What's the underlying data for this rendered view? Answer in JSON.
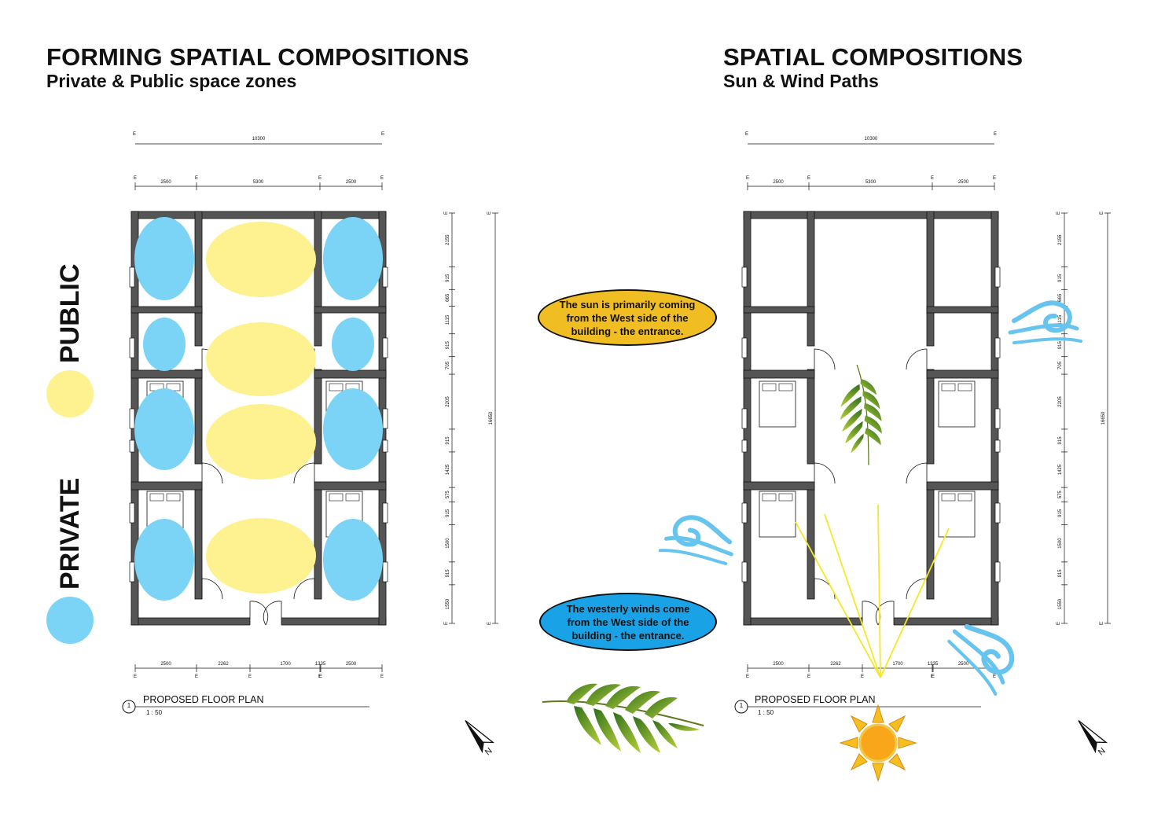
{
  "left_panel": {
    "title": "FORMING SPATIAL COMPOSITIONS",
    "subtitle": "Private & Public space zones",
    "legend": {
      "public_label": "PUBLIC",
      "private_label": "PRIVATE",
      "public_color": "#fdf28f",
      "private_color": "#7bd4f5"
    },
    "plan_caption": "PROPOSED FLOOR PLAN",
    "plan_number": "1",
    "plan_scale": "1 : 50"
  },
  "right_panel": {
    "title": "SPATIAL COMPOSITIONS",
    "subtitle": "Sun & Wind Paths",
    "plan_caption": "PROPOSED FLOOR PLAN",
    "plan_number": "1",
    "plan_scale": "1 : 50"
  },
  "callouts": {
    "sun_text": "The sun is primarily coming from the West side of the building - the entrance.",
    "sun_color": "#f0bd22",
    "wind_text": "The westerly winds come from the West side of the building - the entrance.",
    "wind_color": "#1aa2e6"
  },
  "dimensions": {
    "overall_width": "10300",
    "top_segments": [
      "2500",
      "5300",
      "2500"
    ],
    "bottom_segments": [
      "2500",
      "2262",
      "1700",
      "1335",
      "2500"
    ],
    "overall_height": "16650",
    "side_segments": [
      "2155",
      "915",
      "665",
      "1115",
      "915",
      "705",
      "2205",
      "915",
      "1425",
      "575",
      "915",
      "1500",
      "915",
      "1550"
    ],
    "end_marker": "E"
  },
  "icons": {
    "north_arrow": "north-arrow-icon",
    "north_label": "N",
    "sun": "sun-icon",
    "wind": "wind-swirl-icon",
    "leaf": "palm-leaf-icon"
  }
}
